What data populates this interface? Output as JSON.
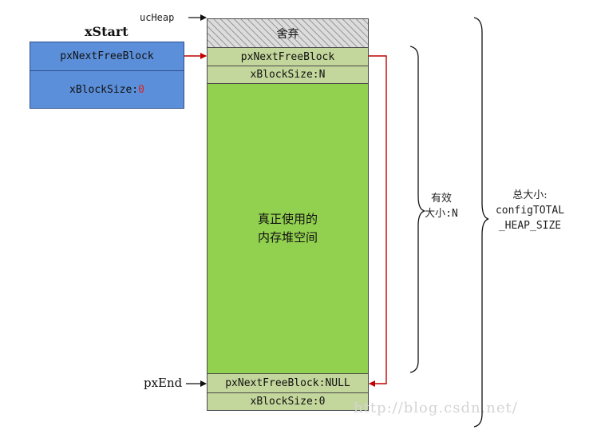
{
  "labels": {
    "ucheap": "ucHeap",
    "xstart": "xStart",
    "pxend": "pxEnd"
  },
  "xstart_block": {
    "next_free": "pxNextFreeBlock",
    "block_size_prefix": "xBlockSize:",
    "block_size_value": "0"
  },
  "heap": {
    "discarded": "舍弃",
    "first_next_free": "pxNextFreeBlock",
    "first_block_size": "xBlockSize:N",
    "usable_line1": "真正使用的",
    "usable_line2": "内存堆空间",
    "end_next_free": "pxNextFreeBlock:NULL",
    "end_block_size": "xBlockSize:0"
  },
  "brace_effective": {
    "line1": "有效",
    "line2": "大小:N"
  },
  "brace_total": {
    "line1": "总大小:",
    "line2": "configTOTAL",
    "line3": "_HEAP_SIZE"
  },
  "watermark": "http://blog.csdn.net/",
  "colors": {
    "block_blue": "#5b8fd9",
    "header_olive": "#c3d69b",
    "body_green": "#92d050",
    "pointer_red": "#c00000"
  }
}
